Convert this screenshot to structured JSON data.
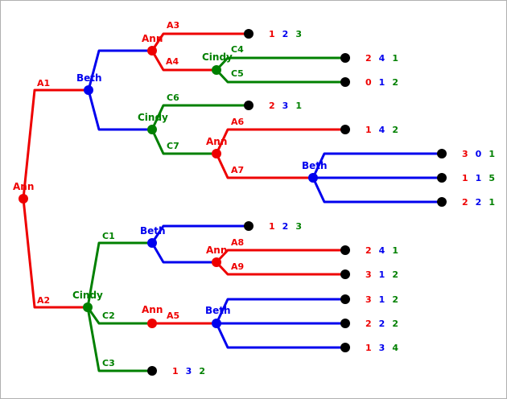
{
  "colors": {
    "Ann": "#ee0000",
    "Beth": "#0000ee",
    "Cindy": "#008000",
    "terminal": "#000000"
  },
  "players": {
    "ann": "Ann",
    "beth": "Beth",
    "cindy": "Cindy"
  },
  "game_tree": {
    "nodes": [
      {
        "id": "n_root",
        "player": "Ann",
        "label": "Ann"
      },
      {
        "id": "n_beth1",
        "player": "Beth",
        "label": "Beth"
      },
      {
        "id": "n_ann1",
        "player": "Ann",
        "label": "Ann"
      },
      {
        "id": "n_cindy1",
        "player": "Cindy",
        "label": "Cindy"
      },
      {
        "id": "n_cindy2",
        "player": "Cindy",
        "label": "Cindy"
      },
      {
        "id": "n_ann2",
        "player": "Ann",
        "label": "Ann"
      },
      {
        "id": "n_beth2",
        "player": "Beth",
        "label": "Beth"
      },
      {
        "id": "n_cindy3",
        "player": "Cindy",
        "label": "Cindy"
      },
      {
        "id": "n_beth3",
        "player": "Beth",
        "label": "Beth"
      },
      {
        "id": "n_ann3",
        "player": "Ann",
        "label": "Ann"
      },
      {
        "id": "n_ann4",
        "player": "Ann",
        "label": "Ann"
      },
      {
        "id": "n_beth4",
        "player": "Beth",
        "label": "Beth"
      }
    ],
    "terminals": [
      {
        "id": "t1",
        "payoffs": [
          1,
          2,
          3
        ]
      },
      {
        "id": "t2",
        "payoffs": [
          2,
          4,
          1
        ]
      },
      {
        "id": "t3",
        "payoffs": [
          0,
          1,
          2
        ]
      },
      {
        "id": "t4",
        "payoffs": [
          2,
          3,
          1
        ]
      },
      {
        "id": "t5",
        "payoffs": [
          1,
          4,
          2
        ]
      },
      {
        "id": "t6",
        "payoffs": [
          3,
          0,
          1
        ]
      },
      {
        "id": "t7",
        "payoffs": [
          1,
          1,
          5
        ]
      },
      {
        "id": "t8",
        "payoffs": [
          2,
          2,
          1
        ]
      },
      {
        "id": "t9",
        "payoffs": [
          1,
          2,
          3
        ]
      },
      {
        "id": "t10",
        "payoffs": [
          2,
          4,
          1
        ]
      },
      {
        "id": "t11",
        "payoffs": [
          3,
          1,
          2
        ]
      },
      {
        "id": "t12",
        "payoffs": [
          3,
          1,
          2
        ]
      },
      {
        "id": "t13",
        "payoffs": [
          2,
          2,
          2
        ]
      },
      {
        "id": "t14",
        "payoffs": [
          1,
          3,
          4
        ]
      },
      {
        "id": "t15",
        "payoffs": [
          1,
          3,
          2
        ]
      }
    ],
    "edges": [
      {
        "id": "e_a1",
        "from": "n_root",
        "to": "n_beth1",
        "label": "A1"
      },
      {
        "id": "e_a2",
        "from": "n_root",
        "to": "n_cindy3",
        "label": "A2"
      },
      {
        "id": "e_b1u",
        "from": "n_beth1",
        "to": "n_ann1",
        "label": ""
      },
      {
        "id": "e_b1d",
        "from": "n_beth1",
        "to": "n_cindy2",
        "label": ""
      },
      {
        "id": "e_a3",
        "from": "n_ann1",
        "to": "t1",
        "label": "A3"
      },
      {
        "id": "e_a4",
        "from": "n_ann1",
        "to": "n_cindy1",
        "label": "A4"
      },
      {
        "id": "e_c4",
        "from": "n_cindy1",
        "to": "t2",
        "label": "C4"
      },
      {
        "id": "e_c5",
        "from": "n_cindy1",
        "to": "t3",
        "label": "C5"
      },
      {
        "id": "e_c6",
        "from": "n_cindy2",
        "to": "t4",
        "label": "C6"
      },
      {
        "id": "e_c7",
        "from": "n_cindy2",
        "to": "n_ann2",
        "label": "C7"
      },
      {
        "id": "e_a6",
        "from": "n_ann2",
        "to": "t5",
        "label": "A6"
      },
      {
        "id": "e_a7",
        "from": "n_ann2",
        "to": "n_beth2",
        "label": "A7"
      },
      {
        "id": "e_b2a",
        "from": "n_beth2",
        "to": "t6",
        "label": ""
      },
      {
        "id": "e_b2b",
        "from": "n_beth2",
        "to": "t7",
        "label": ""
      },
      {
        "id": "e_b2c",
        "from": "n_beth2",
        "to": "t8",
        "label": ""
      },
      {
        "id": "e_c1",
        "from": "n_cindy3",
        "to": "n_beth3",
        "label": "C1"
      },
      {
        "id": "e_c2",
        "from": "n_cindy3",
        "to": "n_ann4",
        "label": "C2"
      },
      {
        "id": "e_c3",
        "from": "n_cindy3",
        "to": "t15",
        "label": "C3"
      },
      {
        "id": "e_b3u",
        "from": "n_beth3",
        "to": "t9",
        "label": ""
      },
      {
        "id": "e_b3d",
        "from": "n_beth3",
        "to": "n_ann3",
        "label": ""
      },
      {
        "id": "e_a8",
        "from": "n_ann3",
        "to": "t10",
        "label": "A8"
      },
      {
        "id": "e_a9",
        "from": "n_ann3",
        "to": "t11",
        "label": "A9"
      },
      {
        "id": "e_a5",
        "from": "n_ann4",
        "to": "n_beth4",
        "label": "A5"
      },
      {
        "id": "e_b4a",
        "from": "n_beth4",
        "to": "t12",
        "label": ""
      },
      {
        "id": "e_b4b",
        "from": "n_beth4",
        "to": "t13",
        "label": ""
      },
      {
        "id": "e_b4c",
        "from": "n_beth4",
        "to": "t14",
        "label": ""
      }
    ]
  }
}
